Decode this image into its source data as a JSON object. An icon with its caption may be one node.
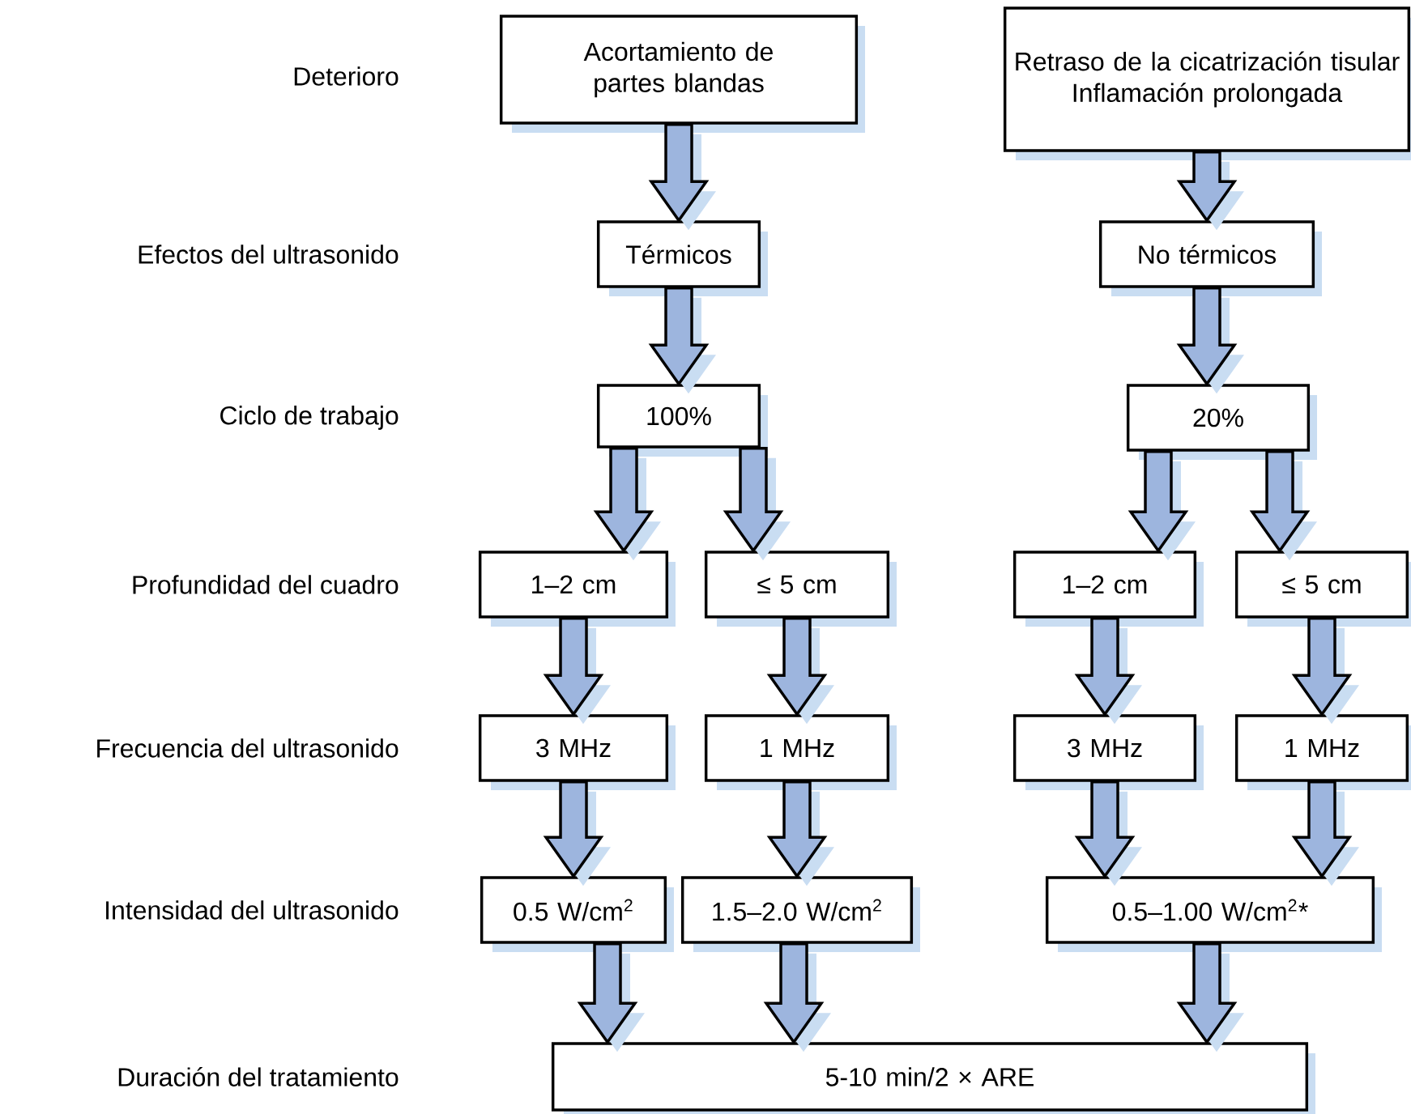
{
  "diagram": {
    "nodes": [
      {
        "text": [
          "Acortamiento de partes blandas"
        ]
      },
      {
        "text": [
          "Retraso de la cicatrización tisular",
          "Inflamación prolongada"
        ]
      },
      {
        "text": [
          "Térmicos"
        ]
      },
      {
        "text": [
          "No térmicos"
        ]
      },
      {
        "text": [
          "100%"
        ]
      },
      {
        "text": [
          "20%"
        ]
      },
      {
        "text": [
          "1–2 cm"
        ]
      },
      {
        "text": [
          "≤ 5 cm"
        ]
      },
      {
        "text": [
          "1–2 cm"
        ]
      },
      {
        "text": [
          "≤ 5 cm"
        ]
      },
      {
        "text": [
          "3 MHz"
        ]
      },
      {
        "text": [
          "1 MHz"
        ]
      },
      {
        "text": [
          "3 MHz"
        ]
      },
      {
        "text": [
          "1 MHz"
        ]
      },
      {
        "text": [
          "0.5 W/cm$^{2}$"
        ]
      },
      {
        "text": [
          "1.5–2.0 W/cm$^{2}$"
        ]
      },
      {
        "text": [
          "0.5–1.00 W/cm$^{2}$*"
        ]
      },
      {
        "text": [
          "5-10 min/2 × ARE"
        ]
      }
    ],
    "edges": [
      {
        "from": 0,
        "to": 2,
        "arrow": "to"
      },
      {
        "from": 1,
        "to": 3,
        "arrow": "to"
      },
      {
        "from": 2,
        "to": 4,
        "arrow": "to"
      },
      {
        "from": 3,
        "to": 5,
        "arrow": "to"
      },
      {
        "from": 4,
        "to": 6,
        "arrow": "to"
      },
      {
        "from": 4,
        "to": 7,
        "arrow": "to"
      },
      {
        "from": 5,
        "to": 8,
        "arrow": "to"
      },
      {
        "from": 5,
        "to": 9,
        "arrow": "to"
      },
      {
        "from": 6,
        "to": 10,
        "arrow": "to"
      },
      {
        "from": 7,
        "to": 11,
        "arrow": "to"
      },
      {
        "from": 8,
        "to": 12,
        "arrow": "to"
      },
      {
        "from": 9,
        "to": 13,
        "arrow": "to"
      },
      {
        "from": 10,
        "to": 14,
        "arrow": "to"
      },
      {
        "from": 11,
        "to": 15,
        "arrow": "to"
      },
      {
        "from": 12,
        "to": 16,
        "arrow": "to"
      },
      {
        "from": 13,
        "to": 16,
        "arrow": "to"
      },
      {
        "from": 14,
        "to": 17,
        "arrow": "to"
      },
      {
        "from": 15,
        "to": 17,
        "arrow": "to"
      },
      {
        "from": 16,
        "to": 17,
        "arrow": "to"
      }
    ],
    "labels": [
      "Deterioro",
      "Efectos del ultrasonido",
      "Ciclo de trabajo",
      "Profundidad del cuadro",
      "Frecuencia del ultrasonido",
      "Intensidad del ultrasonido",
      "Duración del tratamiento"
    ]
  }
}
